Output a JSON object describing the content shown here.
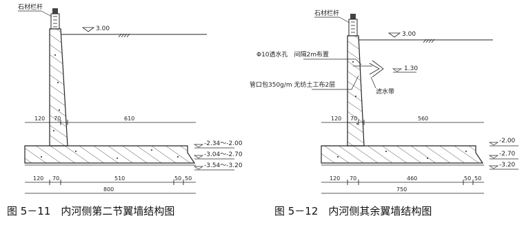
{
  "figures": [
    {
      "railing_label": "石材栏杆",
      "ground_level": "3.00",
      "levels": [
        "-2.34～-2.00",
        "-3.04～-2.70",
        "-3.54～-3.20"
      ],
      "upper_dims": [
        "120",
        "70",
        "610"
      ],
      "lower_dims": [
        "120",
        "70",
        "510",
        "50",
        "50"
      ],
      "total_width": "800",
      "caption": "图 5－11　内河侧第二节翼墙结构图"
    },
    {
      "railing_label": "石材栏杆",
      "ground_level": "3.00",
      "drain_hole_label": "Φ10透水孔　间隔2m布置",
      "water_level": "1.30",
      "wrap_label": "管口包350g/m 无纺土工布2层",
      "filter_label": "滤水带",
      "levels": [
        "-2.00",
        "-2.70",
        "-3.20"
      ],
      "upper_dims": [
        "120",
        "70",
        "560"
      ],
      "lower_dims": [
        "120",
        "70",
        "460",
        "50",
        "50"
      ],
      "total_width": "750",
      "caption": "图 5－12　内河侧其余翼墙结构图"
    }
  ]
}
